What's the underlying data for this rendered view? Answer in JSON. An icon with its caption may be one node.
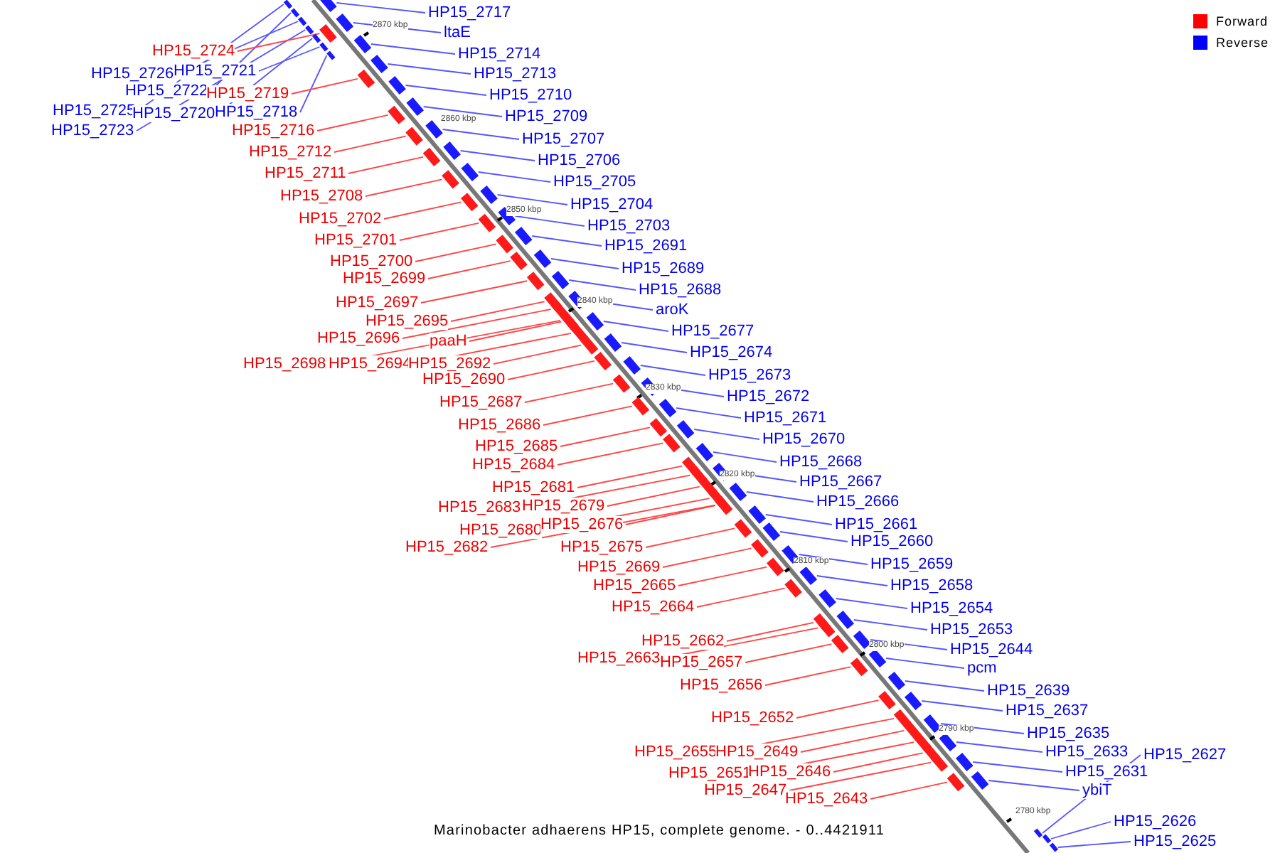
{
  "diagram": {
    "caption": "Marinobacter adhaerens HP15, complete genome. - 0..4421911",
    "nodes": [
      {
        "text": [
          "HP15_2724"
        ]
      },
      {
        "text": [
          "HP15_2726"
        ]
      },
      {
        "text": [
          "HP15_2721"
        ]
      },
      {
        "text": [
          "HP15_2722"
        ]
      },
      {
        "text": [
          "HP15_2719"
        ]
      },
      {
        "text": [
          "HP15_2725"
        ]
      },
      {
        "text": [
          "HP15_2720"
        ]
      },
      {
        "text": [
          "HP15_2718"
        ]
      },
      {
        "text": [
          "HP15_2723"
        ]
      },
      {
        "text": [
          "HP15_2716"
        ]
      },
      {
        "text": [
          "HP15_2712"
        ]
      },
      {
        "text": [
          "HP15_2711"
        ]
      },
      {
        "text": [
          "HP15_2708"
        ]
      },
      {
        "text": [
          "HP15_2702"
        ]
      },
      {
        "text": [
          "HP15_2701"
        ]
      },
      {
        "text": [
          "HP15_2700"
        ]
      },
      {
        "text": [
          "HP15_2699"
        ]
      },
      {
        "text": [
          "HP15_2697"
        ]
      },
      {
        "text": [
          "HP15_2695"
        ]
      },
      {
        "text": [
          "HP15_2696"
        ]
      },
      {
        "text": [
          "paaH"
        ]
      },
      {
        "text": [
          "HP15_2698"
        ]
      },
      {
        "text": [
          "HP15_2694"
        ]
      },
      {
        "text": [
          "HP15_2692"
        ]
      },
      {
        "text": [
          "HP15_2690"
        ]
      },
      {
        "text": [
          "HP15_2687"
        ]
      },
      {
        "text": [
          "HP15_2686"
        ]
      },
      {
        "text": [
          "HP15_2685"
        ]
      },
      {
        "text": [
          "HP15_2684"
        ]
      },
      {
        "text": [
          "HP15_2681"
        ]
      },
      {
        "text": [
          "HP15_2683"
        ]
      },
      {
        "text": [
          "HP15_2679"
        ]
      },
      {
        "text": [
          "HP15_2680"
        ]
      },
      {
        "text": [
          "HP15_2676"
        ]
      },
      {
        "text": [
          "HP15_2682"
        ]
      },
      {
        "text": [
          "HP15_2675"
        ]
      },
      {
        "text": [
          "HP15_2669"
        ]
      },
      {
        "text": [
          "HP15_2665"
        ]
      },
      {
        "text": [
          "HP15_2664"
        ]
      },
      {
        "text": [
          "HP15_2662"
        ]
      },
      {
        "text": [
          "HP15_2663"
        ]
      },
      {
        "text": [
          "HP15_2657"
        ]
      },
      {
        "text": [
          "HP15_2656"
        ]
      },
      {
        "text": [
          "HP15_2652"
        ]
      },
      {
        "text": [
          "HP15_2655"
        ]
      },
      {
        "text": [
          "HP15_2649"
        ]
      },
      {
        "text": [
          "HP15_2651"
        ]
      },
      {
        "text": [
          "HP15_2646"
        ]
      },
      {
        "text": [
          "HP15_2647"
        ]
      },
      {
        "text": [
          "HP15_2643"
        ]
      },
      {
        "text": [
          "HP15_2717"
        ]
      },
      {
        "text": [
          "ltaE"
        ]
      },
      {
        "text": [
          "HP15_2714"
        ]
      },
      {
        "text": [
          "HP15_2713"
        ]
      },
      {
        "text": [
          "HP15_2710"
        ]
      },
      {
        "text": [
          "HP15_2709"
        ]
      },
      {
        "text": [
          "HP15_2707"
        ]
      },
      {
        "text": [
          "HP15_2706"
        ]
      },
      {
        "text": [
          "HP15_2705"
        ]
      },
      {
        "text": [
          "HP15_2704"
        ]
      },
      {
        "text": [
          "HP15_2703"
        ]
      },
      {
        "text": [
          "HP15_2691"
        ]
      },
      {
        "text": [
          "HP15_2689"
        ]
      },
      {
        "text": [
          "HP15_2688"
        ]
      },
      {
        "text": [
          "aroK"
        ]
      },
      {
        "text": [
          "HP15_2677"
        ]
      },
      {
        "text": [
          "HP15_2674"
        ]
      },
      {
        "text": [
          "HP15_2673"
        ]
      },
      {
        "text": [
          "HP15_2672"
        ]
      },
      {
        "text": [
          "HP15_2671"
        ]
      },
      {
        "text": [
          "HP15_2670"
        ]
      },
      {
        "text": [
          "HP15_2668"
        ]
      },
      {
        "text": [
          "HP15_2667"
        ]
      },
      {
        "text": [
          "HP15_2666"
        ]
      },
      {
        "text": [
          "HP15_2661"
        ]
      },
      {
        "text": [
          "HP15_2660"
        ]
      },
      {
        "text": [
          "HP15_2659"
        ]
      },
      {
        "text": [
          "HP15_2658"
        ]
      },
      {
        "text": [
          "HP15_2654"
        ]
      },
      {
        "text": [
          "HP15_2653"
        ]
      },
      {
        "text": [
          "HP15_2644"
        ]
      },
      {
        "text": [
          "pcm"
        ]
      },
      {
        "text": [
          "HP15_2639"
        ]
      },
      {
        "text": [
          "HP15_2637"
        ]
      },
      {
        "text": [
          "HP15_2635"
        ]
      },
      {
        "text": [
          "HP15_2633"
        ]
      },
      {
        "text": [
          "HP15_2631"
        ]
      },
      {
        "text": [
          "ybiT"
        ]
      },
      {
        "text": [
          "HP15_2627"
        ]
      },
      {
        "text": [
          "HP15_2626"
        ]
      },
      {
        "text": [
          "HP15_2625"
        ]
      },
      {
        "text": [],
        "shape": "box"
      },
      {
        "text": [],
        "shape": "box"
      },
      {
        "text": [],
        "shape": "box"
      },
      {
        "text": [],
        "shape": "box"
      },
      {
        "text": [],
        "shape": "box"
      },
      {
        "text": [],
        "shape": "box"
      },
      {
        "text": [],
        "shape": "box"
      },
      {
        "text": [],
        "shape": "box"
      },
      {
        "text": [],
        "shape": "box"
      },
      {
        "text": [],
        "shape": "box"
      },
      {
        "text": [],
        "shape": "box"
      },
      {
        "text": [],
        "shape": "box"
      },
      {
        "text": [],
        "shape": "box"
      },
      {
        "text": [],
        "shape": "box"
      },
      {
        "text": [],
        "shape": "box"
      },
      {
        "text": [],
        "shape": "box"
      },
      {
        "text": [],
        "shape": "box"
      },
      {
        "text": [],
        "shape": "box"
      },
      {
        "text": [],
        "shape": "box"
      },
      {
        "text": [],
        "shape": "box"
      },
      {
        "text": [],
        "shape": "box"
      },
      {
        "text": [],
        "shape": "box"
      },
      {
        "text": [],
        "shape": "box"
      },
      {
        "text": [],
        "shape": "box"
      },
      {
        "text": [],
        "shape": "box"
      },
      {
        "text": [],
        "shape": "box"
      },
      {
        "text": [],
        "shape": "box"
      },
      {
        "text": [],
        "shape": "box"
      },
      {
        "text": [],
        "shape": "box"
      },
      {
        "text": [],
        "shape": "box"
      },
      {
        "text": [],
        "shape": "box"
      },
      {
        "text": [],
        "shape": "box"
      },
      {
        "text": [],
        "shape": "box"
      },
      {
        "text": [],
        "shape": "box"
      },
      {
        "text": [],
        "shape": "box"
      },
      {
        "text": [],
        "shape": "box"
      },
      {
        "text": [],
        "shape": "box"
      },
      {
        "text": [],
        "shape": "box"
      },
      {
        "text": [],
        "shape": "box"
      },
      {
        "text": [],
        "shape": "box"
      },
      {
        "text": [],
        "shape": "box"
      },
      {
        "text": [],
        "shape": "box"
      },
      {
        "text": [],
        "shape": "box"
      },
      {
        "text": [],
        "shape": "box"
      },
      {
        "text": [],
        "shape": "box"
      },
      {
        "text": [],
        "shape": "box"
      },
      {
        "text": [],
        "shape": "box"
      },
      {
        "text": [],
        "shape": "box"
      },
      {
        "text": [],
        "shape": "box"
      },
      {
        "text": [],
        "shape": "box"
      },
      {
        "text": [],
        "shape": "box"
      },
      {
        "text": [],
        "shape": "box"
      },
      {
        "text": [],
        "shape": "box"
      },
      {
        "text": [],
        "shape": "box"
      },
      {
        "text": [],
        "shape": "box"
      },
      {
        "text": [],
        "shape": "box"
      },
      {
        "text": [],
        "shape": "box"
      },
      {
        "text": [],
        "shape": "box"
      },
      {
        "text": [],
        "shape": "box"
      },
      {
        "text": [],
        "shape": "box"
      },
      {
        "text": [],
        "shape": "box"
      },
      {
        "text": [],
        "shape": "box"
      },
      {
        "text": [],
        "shape": "box"
      },
      {
        "text": [],
        "shape": "box"
      },
      {
        "text": [],
        "shape": "box"
      },
      {
        "text": [],
        "shape": "box"
      },
      {
        "text": [],
        "shape": "box"
      },
      {
        "text": [],
        "shape": "box"
      },
      {
        "text": [],
        "shape": "box"
      },
      {
        "text": [],
        "shape": "box"
      },
      {
        "text": [],
        "shape": "box"
      },
      {
        "text": [],
        "shape": "box"
      },
      {
        "text": [],
        "shape": "box"
      },
      {
        "text": [],
        "shape": "box"
      },
      {
        "text": [],
        "shape": "box"
      },
      {
        "text": [],
        "shape": "box"
      },
      {
        "text": [],
        "shape": "box"
      },
      {
        "text": [],
        "shape": "box"
      },
      {
        "text": [],
        "shape": "box"
      },
      {
        "text": [],
        "shape": "box"
      },
      {
        "text": [],
        "shape": "box"
      },
      {
        "text": [],
        "shape": "box"
      },
      {
        "text": [],
        "shape": "box"
      },
      {
        "text": [],
        "shape": "box"
      },
      {
        "text": [],
        "shape": "box"
      },
      {
        "text": [],
        "shape": "box"
      },
      {
        "text": [],
        "shape": "box"
      },
      {
        "text": [],
        "shape": "box"
      },
      {
        "text": [],
        "shape": "box"
      },
      {
        "text": [],
        "shape": "box"
      },
      {
        "text": [],
        "shape": "box"
      }
    ],
    "edges": [
      {
        "from": 0,
        "to": 91,
        "arrow": "none",
        "color": "#ff4444"
      },
      {
        "from": 1,
        "to": 92,
        "arrow": "none",
        "color": "#5555ff"
      },
      {
        "from": 2,
        "to": 93,
        "arrow": "none",
        "color": "#5555ff"
      },
      {
        "from": 3,
        "to": 94,
        "arrow": "none",
        "color": "#5555ff"
      },
      {
        "from": 4,
        "to": 95,
        "arrow": "none",
        "color": "#ff4444"
      },
      {
        "from": 5,
        "to": 96,
        "arrow": "none",
        "color": "#5555ff"
      },
      {
        "from": 6,
        "to": 97,
        "arrow": "none",
        "color": "#5555ff"
      },
      {
        "from": 7,
        "to": 98,
        "arrow": "none",
        "color": "#5555ff"
      },
      {
        "from": 8,
        "to": 99,
        "arrow": "none",
        "color": "#5555ff"
      },
      {
        "from": 9,
        "to": 100,
        "arrow": "none",
        "color": "#ff4444"
      },
      {
        "from": 10,
        "to": 101,
        "arrow": "none",
        "color": "#ff4444"
      },
      {
        "from": 11,
        "to": 102,
        "arrow": "none",
        "color": "#ff4444"
      },
      {
        "from": 12,
        "to": 103,
        "arrow": "none",
        "color": "#ff4444"
      },
      {
        "from": 13,
        "to": 104,
        "arrow": "none",
        "color": "#ff4444"
      },
      {
        "from": 14,
        "to": 105,
        "arrow": "none",
        "color": "#ff4444"
      },
      {
        "from": 15,
        "to": 106,
        "arrow": "none",
        "color": "#ff4444"
      },
      {
        "from": 16,
        "to": 107,
        "arrow": "none",
        "color": "#ff4444"
      },
      {
        "from": 17,
        "to": 108,
        "arrow": "none",
        "color": "#ff4444"
      },
      {
        "from": 18,
        "to": 109,
        "arrow": "none",
        "color": "#ff4444"
      },
      {
        "from": 19,
        "to": 110,
        "arrow": "none",
        "color": "#ff4444"
      },
      {
        "from": 20,
        "to": 111,
        "arrow": "none",
        "color": "#ff4444"
      },
      {
        "from": 21,
        "to": 112,
        "arrow": "none",
        "color": "#ff4444"
      },
      {
        "from": 22,
        "to": 113,
        "arrow": "none",
        "color": "#ff4444"
      },
      {
        "from": 23,
        "to": 114,
        "arrow": "none",
        "color": "#ff4444"
      },
      {
        "from": 24,
        "to": 115,
        "arrow": "none",
        "color": "#ff4444"
      },
      {
        "from": 25,
        "to": 116,
        "arrow": "none",
        "color": "#ff4444"
      },
      {
        "from": 26,
        "to": 117,
        "arrow": "none",
        "color": "#ff4444"
      },
      {
        "from": 27,
        "to": 118,
        "arrow": "none",
        "color": "#ff4444"
      },
      {
        "from": 28,
        "to": 119,
        "arrow": "none",
        "color": "#ff4444"
      },
      {
        "from": 29,
        "to": 120,
        "arrow": "none",
        "color": "#ff4444"
      },
      {
        "from": 30,
        "to": 121,
        "arrow": "none",
        "color": "#ff4444"
      },
      {
        "from": 31,
        "to": 122,
        "arrow": "none",
        "color": "#ff4444"
      },
      {
        "from": 32,
        "to": 123,
        "arrow": "none",
        "color": "#ff4444"
      },
      {
        "from": 33,
        "to": 124,
        "arrow": "none",
        "color": "#ff4444"
      },
      {
        "from": 34,
        "to": 125,
        "arrow": "none",
        "color": "#ff4444"
      },
      {
        "from": 35,
        "to": 126,
        "arrow": "none",
        "color": "#ff4444"
      },
      {
        "from": 36,
        "to": 127,
        "arrow": "none",
        "color": "#ff4444"
      },
      {
        "from": 37,
        "to": 128,
        "arrow": "none",
        "color": "#ff4444"
      },
      {
        "from": 38,
        "to": 129,
        "arrow": "none",
        "color": "#ff4444"
      },
      {
        "from": 39,
        "to": 130,
        "arrow": "none",
        "color": "#ff4444"
      },
      {
        "from": 40,
        "to": 131,
        "arrow": "none",
        "color": "#ff4444"
      },
      {
        "from": 41,
        "to": 132,
        "arrow": "none",
        "color": "#ff4444"
      },
      {
        "from": 42,
        "to": 133,
        "arrow": "none",
        "color": "#ff4444"
      },
      {
        "from": 43,
        "to": 134,
        "arrow": "none",
        "color": "#ff4444"
      },
      {
        "from": 44,
        "to": 135,
        "arrow": "none",
        "color": "#ff4444"
      },
      {
        "from": 45,
        "to": 136,
        "arrow": "none",
        "color": "#ff4444"
      },
      {
        "from": 46,
        "to": 137,
        "arrow": "none",
        "color": "#ff4444"
      },
      {
        "from": 47,
        "to": 138,
        "arrow": "none",
        "color": "#ff4444"
      },
      {
        "from": 48,
        "to": 139,
        "arrow": "none",
        "color": "#ff4444"
      },
      {
        "from": 49,
        "to": 140,
        "arrow": "none",
        "color": "#ff4444"
      },
      {
        "from": 50,
        "to": 141,
        "arrow": "none",
        "color": "#5555ff"
      },
      {
        "from": 51,
        "to": 142,
        "arrow": "none",
        "color": "#5555ff"
      },
      {
        "from": 52,
        "to": 143,
        "arrow": "none",
        "color": "#5555ff"
      },
      {
        "from": 53,
        "to": 144,
        "arrow": "none",
        "color": "#5555ff"
      },
      {
        "from": 54,
        "to": 145,
        "arrow": "none",
        "color": "#5555ff"
      },
      {
        "from": 55,
        "to": 146,
        "arrow": "none",
        "color": "#5555ff"
      },
      {
        "from": 56,
        "to": 147,
        "arrow": "none",
        "color": "#5555ff"
      },
      {
        "from": 57,
        "to": 148,
        "arrow": "none",
        "color": "#5555ff"
      },
      {
        "from": 58,
        "to": 149,
        "arrow": "none",
        "color": "#5555ff"
      },
      {
        "from": 59,
        "to": 150,
        "arrow": "none",
        "color": "#5555ff"
      },
      {
        "from": 60,
        "to": 151,
        "arrow": "none",
        "color": "#5555ff"
      },
      {
        "from": 61,
        "to": 152,
        "arrow": "none",
        "color": "#5555ff"
      },
      {
        "from": 62,
        "to": 153,
        "arrow": "none",
        "color": "#5555ff"
      },
      {
        "from": 63,
        "to": 154,
        "arrow": "none",
        "color": "#5555ff"
      },
      {
        "from": 64,
        "to": 155,
        "arrow": "none",
        "color": "#5555ff"
      },
      {
        "from": 65,
        "to": 156,
        "arrow": "none",
        "color": "#5555ff"
      },
      {
        "from": 66,
        "to": 157,
        "arrow": "none",
        "color": "#5555ff"
      },
      {
        "from": 67,
        "to": 158,
        "arrow": "none",
        "color": "#5555ff"
      },
      {
        "from": 68,
        "to": 159,
        "arrow": "none",
        "color": "#5555ff"
      },
      {
        "from": 69,
        "to": 160,
        "arrow": "none",
        "color": "#5555ff"
      },
      {
        "from": 70,
        "to": 161,
        "arrow": "none",
        "color": "#5555ff"
      },
      {
        "from": 71,
        "to": 162,
        "arrow": "none",
        "color": "#5555ff"
      },
      {
        "from": 72,
        "to": 163,
        "arrow": "none",
        "color": "#5555ff"
      },
      {
        "from": 73,
        "to": 164,
        "arrow": "none",
        "color": "#5555ff"
      },
      {
        "from": 74,
        "to": 165,
        "arrow": "none",
        "color": "#5555ff"
      },
      {
        "from": 75,
        "to": 166,
        "arrow": "none",
        "color": "#5555ff"
      },
      {
        "from": 76,
        "to": 167,
        "arrow": "none",
        "color": "#5555ff"
      },
      {
        "from": 77,
        "to": 168,
        "arrow": "none",
        "color": "#5555ff"
      },
      {
        "from": 78,
        "to": 169,
        "arrow": "none",
        "color": "#5555ff"
      },
      {
        "from": 79,
        "to": 170,
        "arrow": "none",
        "color": "#5555ff"
      },
      {
        "from": 80,
        "to": 171,
        "arrow": "none",
        "color": "#5555ff"
      },
      {
        "from": 81,
        "to": 172,
        "arrow": "none",
        "color": "#5555ff"
      },
      {
        "from": 82,
        "to": 173,
        "arrow": "none",
        "color": "#5555ff"
      },
      {
        "from": 83,
        "to": 174,
        "arrow": "none",
        "color": "#5555ff"
      },
      {
        "from": 84,
        "to": 175,
        "arrow": "none",
        "color": "#5555ff"
      },
      {
        "from": 85,
        "to": 176,
        "arrow": "none",
        "color": "#5555ff"
      },
      {
        "from": 86,
        "to": 177,
        "arrow": "none",
        "color": "#5555ff"
      },
      {
        "from": 87,
        "to": 178,
        "arrow": "none",
        "color": "#5555ff"
      },
      {
        "from": 88,
        "to": 179,
        "arrow": "none",
        "color": "#5555ff"
      },
      {
        "from": 89,
        "to": 180,
        "arrow": "none",
        "color": "#5555ff"
      },
      {
        "from": 90,
        "to": 181,
        "arrow": "none",
        "color": "#5555ff"
      }
    ],
    "labels": [
      "2870 kbp",
      "2860 kbp",
      "2850 kbp",
      "2840 kbp",
      "2830 kbp",
      "2820 kbp",
      "2810 kbp",
      "2800 kbp",
      "2790 kbp",
      "2780 kbp"
    ],
    "legend": [
      {
        "text": "Forward",
        "color": "#ff0000"
      },
      {
        "text": "Reverse",
        "color": "#0000ff"
      }
    ]
  }
}
